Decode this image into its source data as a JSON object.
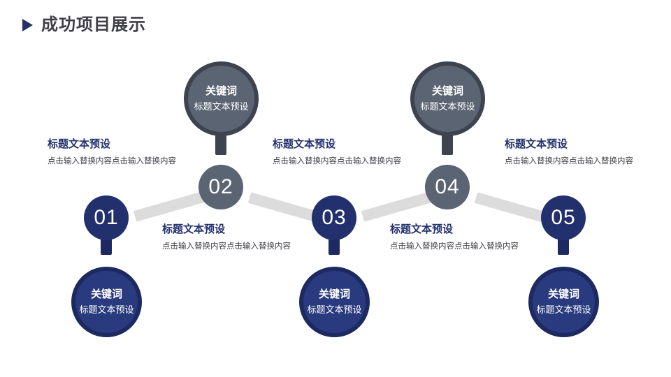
{
  "header": {
    "title": "成功项目展示",
    "marker": "triangle-right"
  },
  "colors": {
    "navy": "#23306e",
    "navy_dark": "#1d2a61",
    "balloon_blue": "#2a3a7e",
    "slate": "#5b6473",
    "slate_dark": "#3d4450",
    "band_gray": "#dcdcdc",
    "body_text": "#3f3f46",
    "background": "#ffffff"
  },
  "steps": [
    {
      "number": "01",
      "number_style": "navy",
      "balloon_position": "bottom",
      "balloon_style": "blue",
      "balloon_keyword": "关键词",
      "balloon_subtitle": "标题文本预设",
      "label_title": "标题文本预设",
      "label_body": "点击输入替换内容点击输入替换内容",
      "label_position": "top"
    },
    {
      "number": "02",
      "number_style": "slate",
      "balloon_position": "top",
      "balloon_style": "gray",
      "balloon_keyword": "关键词",
      "balloon_subtitle": "标题文本预设",
      "label_title": "标题文本预设",
      "label_body": "点击输入替换内容点击输入替换内容",
      "label_position": "bottom"
    },
    {
      "number": "03",
      "number_style": "navy",
      "balloon_position": "bottom",
      "balloon_style": "blue",
      "balloon_keyword": "关键词",
      "balloon_subtitle": "标题文本预设",
      "label_title": "标题文本预设",
      "label_body": "点击输入替换内容点击输入替换内容",
      "label_position": "top"
    },
    {
      "number": "04",
      "number_style": "slate",
      "balloon_position": "top",
      "balloon_style": "gray",
      "balloon_keyword": "关键词",
      "balloon_subtitle": "标题文本预设",
      "label_title": "标题文本预设",
      "label_body": "点击输入替换内容点击输入替换内容",
      "label_position": "bottom"
    },
    {
      "number": "05",
      "number_style": "navy",
      "balloon_position": "bottom",
      "balloon_style": "blue",
      "balloon_keyword": "关键词",
      "balloon_subtitle": "标题文本预设",
      "label_title": "标题文本预设",
      "label_body": "点击输入替换内容点击输入替换内容",
      "label_position": "top"
    }
  ]
}
